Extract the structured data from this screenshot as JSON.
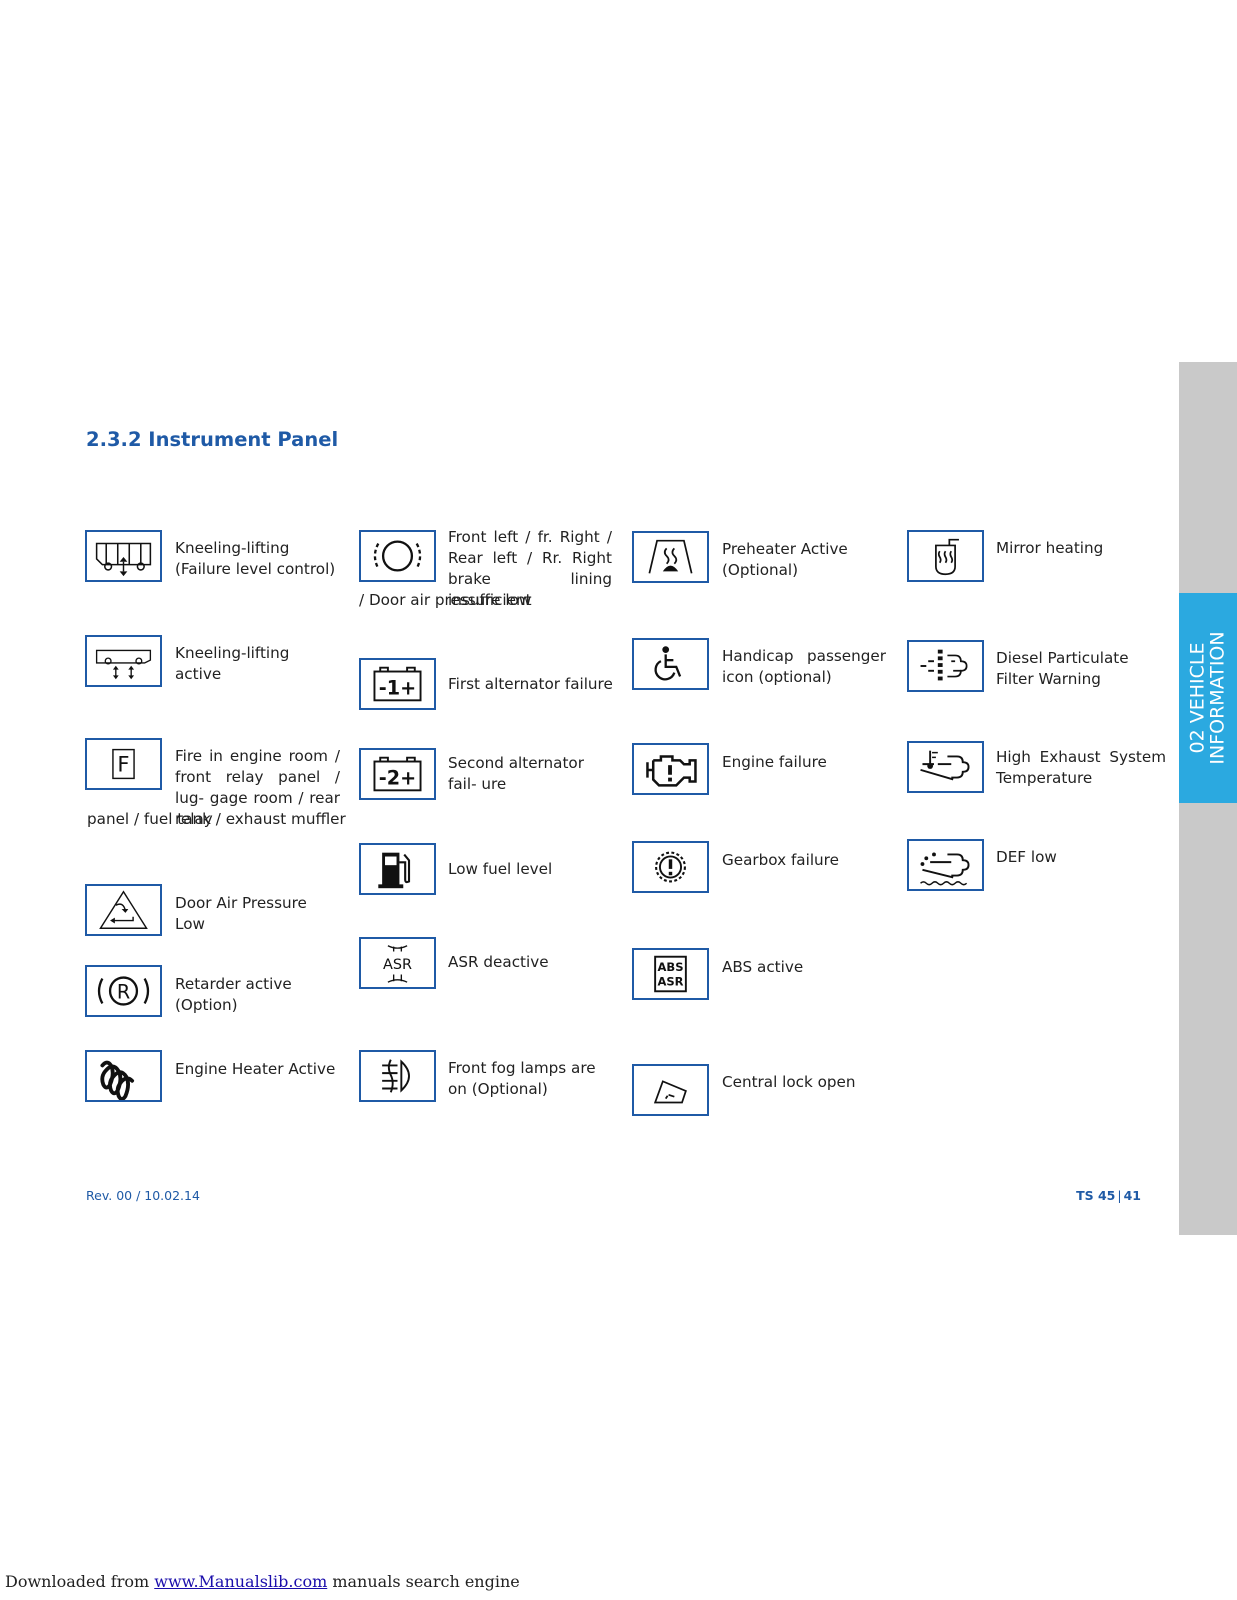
{
  "section": {
    "title": "2.3.2 Instrument Panel"
  },
  "side_tab": {
    "line1": "02 VEHICLE",
    "line2": "INFORMATION"
  },
  "columns": [
    {
      "items": [
        {
          "icon": "kneeling-failure-icon",
          "label": "Kneeling-lifting (Failure level control)"
        },
        {
          "icon": "kneeling-active-icon",
          "label": "Kneeling-lifting active"
        },
        {
          "icon": "fire-icon",
          "label": "Fire in engine room / front relay panel / luggage room / rear relay panel / fuel tank / exhaust muffler",
          "label_a": "Fire in engine room / front relay panel / lug- gage room / rear relay",
          "label_b": "panel / fuel tank / exhaust muffler"
        },
        {
          "icon": "door-pressure-icon",
          "label": "Door Air Pressure Low"
        },
        {
          "icon": "retarder-icon",
          "label": "Retarder active (Option)"
        },
        {
          "icon": "engine-heater-icon",
          "label": "Engine Heater Active"
        }
      ]
    },
    {
      "items": [
        {
          "icon": "brake-lining-icon",
          "label": "Front left / fr. Right / Rear left / Rr. Right brake lining insufficient / Door air pressure low",
          "label_a": "Front left / fr. Right / Rear left / Rr. Right brake lining insufficient",
          "label_b": "/ Door air pressure low"
        },
        {
          "icon": "battery-1-icon",
          "label": "First alternator failure"
        },
        {
          "icon": "battery-2-icon",
          "label": "Second alternator failure",
          "label_a": "Second alternator fail- ure"
        },
        {
          "icon": "fuel-icon",
          "label": "Low fuel level"
        },
        {
          "icon": "asr-icon",
          "label": "ASR deactive"
        },
        {
          "icon": "fog-lamp-icon",
          "label": "Front fog lamps are on (Optional)"
        }
      ]
    },
    {
      "items": [
        {
          "icon": "preheater-icon",
          "label": "Preheater Active (Optional)"
        },
        {
          "icon": "wheelchair-icon",
          "label": "Handicap passenger icon (optional)"
        },
        {
          "icon": "engine-icon",
          "label": "Engine failure"
        },
        {
          "icon": "gearbox-icon",
          "label": "Gearbox failure"
        },
        {
          "icon": "abs-asr-icon",
          "label": "ABS active",
          "text1": "ABS",
          "text2": "ASR"
        },
        {
          "icon": "central-lock-icon",
          "label": "Central lock open"
        }
      ]
    },
    {
      "items": [
        {
          "icon": "mirror-heating-icon",
          "label": "Mirror heating"
        },
        {
          "icon": "dpf-icon",
          "label": "Diesel Particulate Filter Warning"
        },
        {
          "icon": "exhaust-temp-icon",
          "label": "High Exhaust System Temperature"
        },
        {
          "icon": "def-icon",
          "label": "DEF low"
        }
      ]
    }
  ],
  "icon_glyphs": {
    "fire": "F",
    "retarder": "R",
    "asr": "ASR",
    "battery1": "-1+",
    "battery2": "-2+"
  },
  "footer": {
    "revision": "Rev. 00  /  10.02.14",
    "doc": "TS 45",
    "page": "41"
  },
  "download": {
    "prefix": "Downloaded from ",
    "link": "www.Manualslib.com",
    "suffix": " manuals search engine"
  },
  "colors": {
    "accent": "#1f5aa6",
    "tab_grey": "#c9c9c9",
    "tab_blue": "#2ba9e0"
  }
}
